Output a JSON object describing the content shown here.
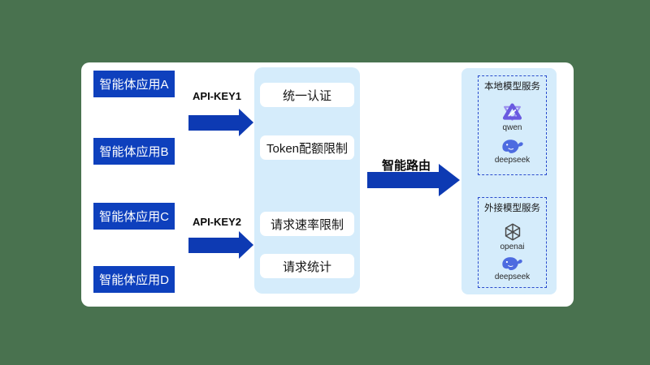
{
  "colors": {
    "background_green": "#49724f",
    "card_white": "#ffffff",
    "agent_blue": "#0e40bd",
    "arrow_blue": "#0d3ab3",
    "panel_light_blue": "#d5ecfb",
    "dashed_border_blue": "#2a4ccd",
    "qwen_purple": "#6a5ae0",
    "deepseek_blue": "#4d6be0",
    "openai_gray": "#4a4a4a"
  },
  "agents": [
    {
      "label": "智能体应用A"
    },
    {
      "label": "智能体应用B"
    },
    {
      "label": "智能体应用C"
    },
    {
      "label": "智能体应用D"
    }
  ],
  "api_keys": [
    {
      "label": "API-KEY1"
    },
    {
      "label": "API-KEY2"
    }
  ],
  "gateway": {
    "features": [
      {
        "label": "统一认证"
      },
      {
        "label": "Token配额限制"
      },
      {
        "label": "请求速率限制"
      },
      {
        "label": "请求统计"
      }
    ]
  },
  "routing": {
    "label": "智能路由"
  },
  "service_groups": [
    {
      "title": "本地模型服务",
      "models": [
        {
          "name": "qwen",
          "icon": "qwen-icon"
        },
        {
          "name": "deepseek",
          "icon": "deepseek-icon"
        }
      ]
    },
    {
      "title": "外接模型服务",
      "models": [
        {
          "name": "openai",
          "icon": "openai-icon"
        },
        {
          "name": "deepseek",
          "icon": "deepseek-icon"
        }
      ]
    }
  ]
}
